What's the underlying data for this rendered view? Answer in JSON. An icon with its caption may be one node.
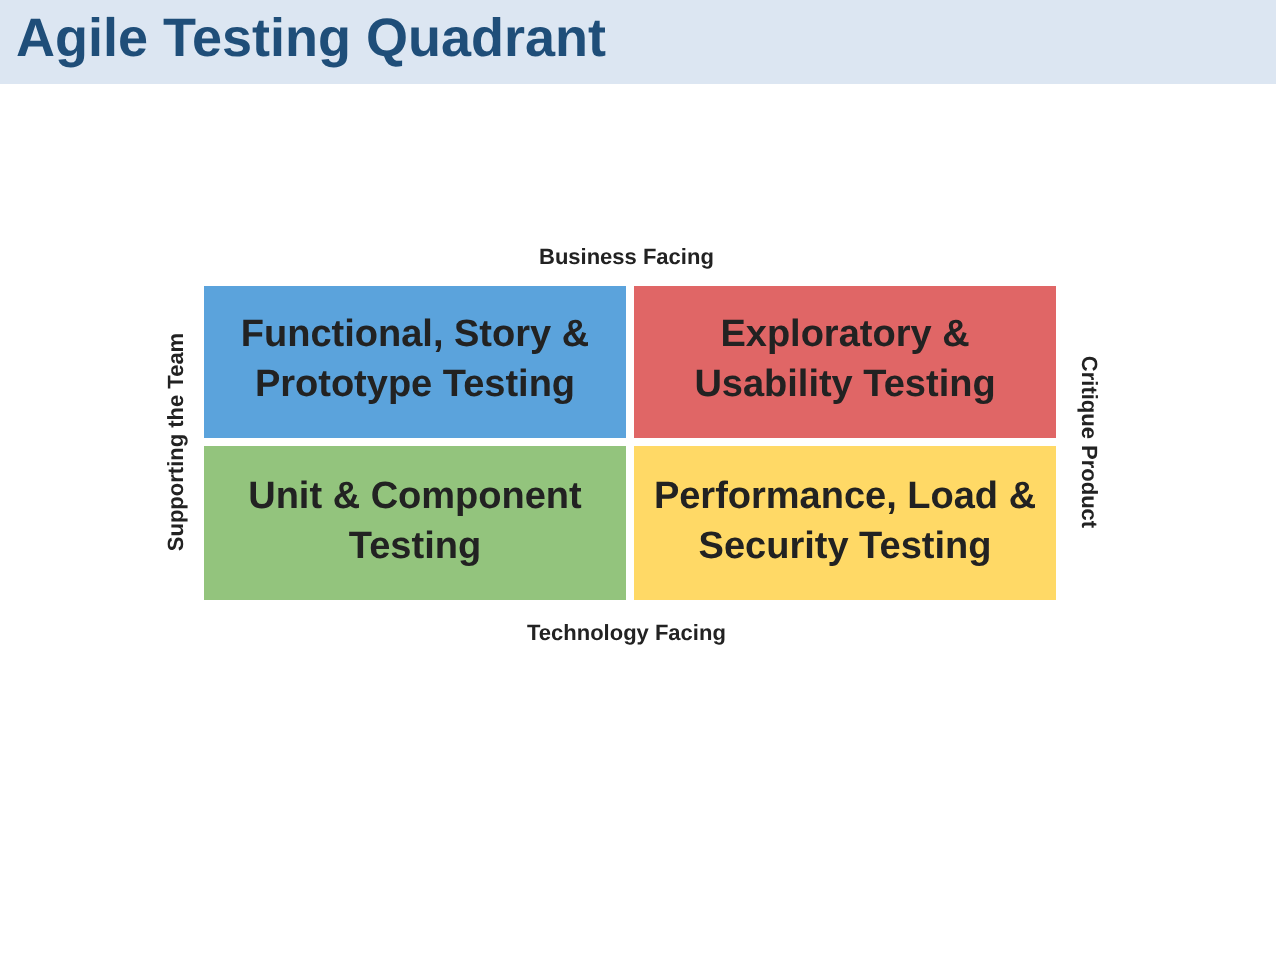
{
  "diagram": {
    "title": "Agile Testing Quadrant",
    "nodes": [
      {
        "text": [
          "Functional, Story & Prototype Testing"
        ]
      },
      {
        "text": [
          "Exploratory & Usability Testing"
        ]
      },
      {
        "text": [
          "Unit & Component Testing"
        ]
      },
      {
        "text": [
          "Performance, Load & Security Testing"
        ]
      }
    ],
    "labels": [
      "Business Facing",
      "Supporting the Team",
      "Critique Product",
      "Technology Facing"
    ]
  }
}
